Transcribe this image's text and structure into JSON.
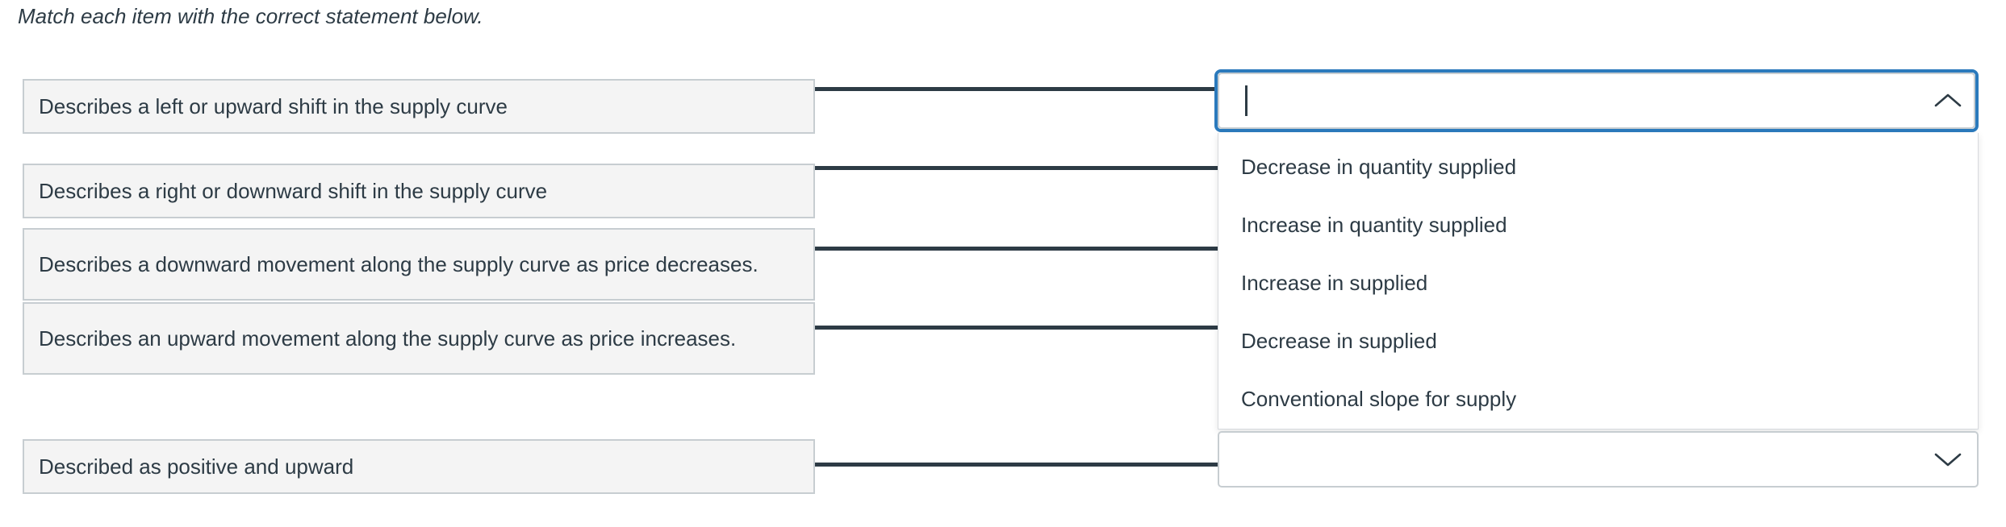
{
  "prompt": {
    "text": "Match each item with the correct statement below."
  },
  "colors": {
    "text": "#2d3b45",
    "item_background": "#f4f4f4",
    "item_border": "#c7cdd1",
    "connector": "#2d3b45",
    "focus_ring": "#2b7abc",
    "panel_border": "#d7dade",
    "page_background": "#ffffff"
  },
  "match_items": [
    {
      "label": "Describes a left or upward shift in the supply curve"
    },
    {
      "label": "Describes a right or downward shift in the supply curve"
    },
    {
      "label": "Describes a downward movement along the supply curve as price decreases."
    },
    {
      "label": "Describes an upward movement along the supply curve as price increases."
    },
    {
      "label": "Described as positive and upward"
    }
  ],
  "dropdowns": [
    {
      "state": "open",
      "value": "",
      "placeholder": "",
      "chevron_icon": "chevron-up-icon",
      "options": [
        "Decrease in quantity supplied",
        "Increase in quantity supplied",
        "Increase in supplied",
        "Decrease in supplied",
        "Conventional slope for supply"
      ]
    },
    {
      "state": "collapsed",
      "value": "",
      "placeholder": "",
      "chevron_icon": "chevron-down-icon"
    }
  ]
}
